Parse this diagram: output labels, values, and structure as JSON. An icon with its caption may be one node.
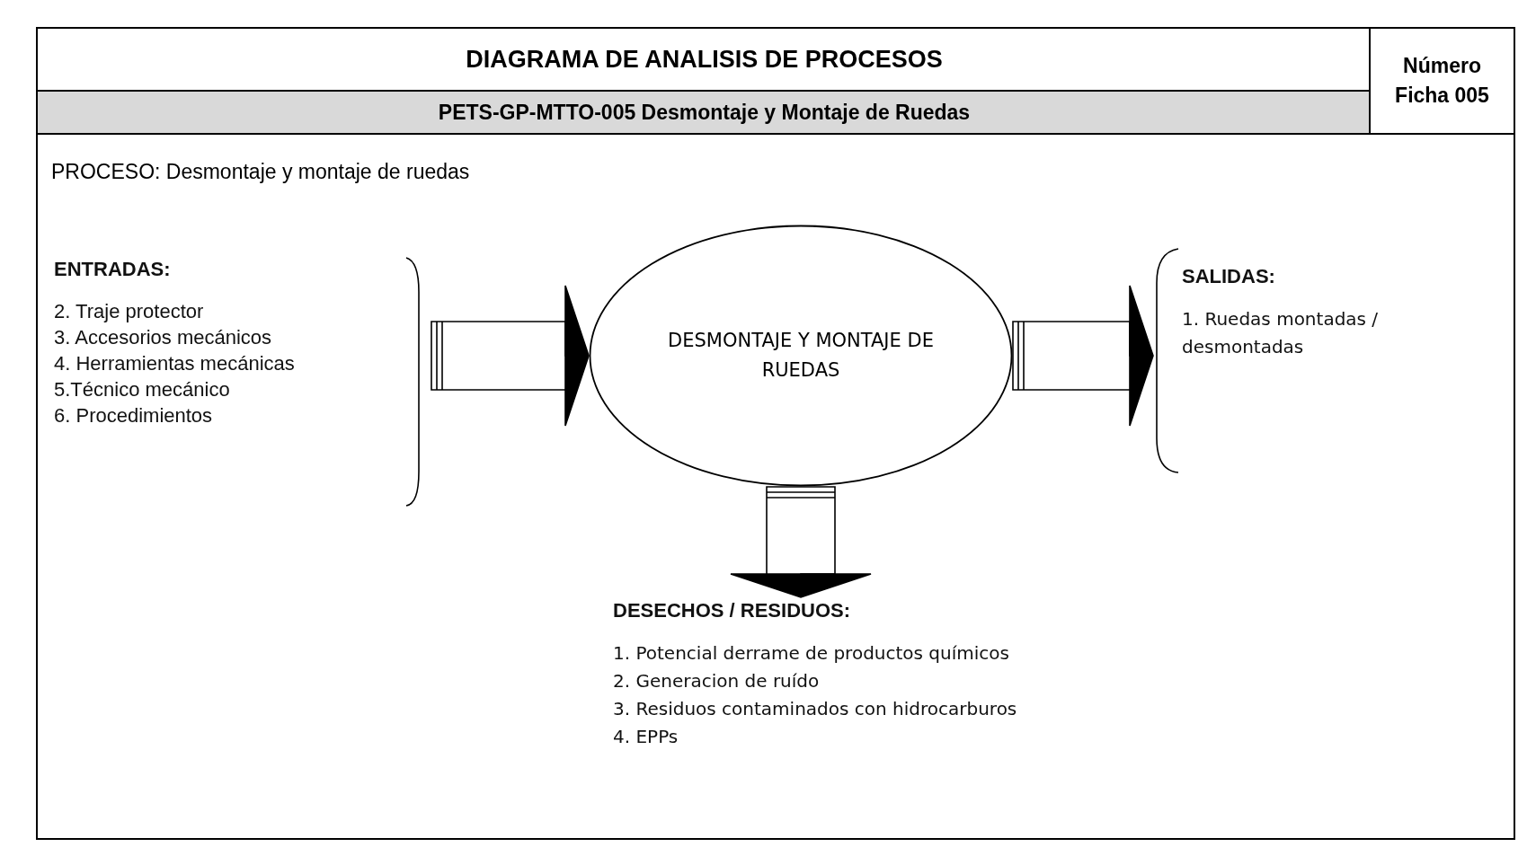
{
  "diagram": {
    "title": "DIAGRAMA DE ANALISIS DE PROCESOS",
    "nodes": [
      {
        "text": [
          "ENTRADAS:",
          "2. Traje protector",
          "3. Accesorios mecánicos",
          "4. Herramientas mecánicas",
          "5.Técnico mecánico",
          "6. Procedimientos"
        ]
      },
      {
        "text": [
          "DESMONTAJE Y MONTAJE DE RUEDAS"
        ]
      },
      {
        "text": [
          "SALIDAS:",
          "1. Ruedas montadas / desmontadas"
        ]
      },
      {
        "text": [
          "DESECHOS / RESIDUOS:",
          "1. Potencial derrame de productos químicos",
          "2. Generacion de ruído",
          "3. Residuos contaminados con hidrocarburos",
          "4. EPPs"
        ]
      }
    ],
    "edges": [
      {
        "from": 0,
        "to": 1,
        "arrow": "to"
      },
      {
        "from": 1,
        "to": 2,
        "arrow": "to"
      },
      {
        "from": 1,
        "to": 3,
        "arrow": "to"
      }
    ],
    "labels": [
      "PETS-GP-MTTO-005 Desmontaje y Montaje de Ruedas",
      "Número Ficha 005",
      "PROCESO: Desmontaje y montaje de ruedas"
    ]
  }
}
